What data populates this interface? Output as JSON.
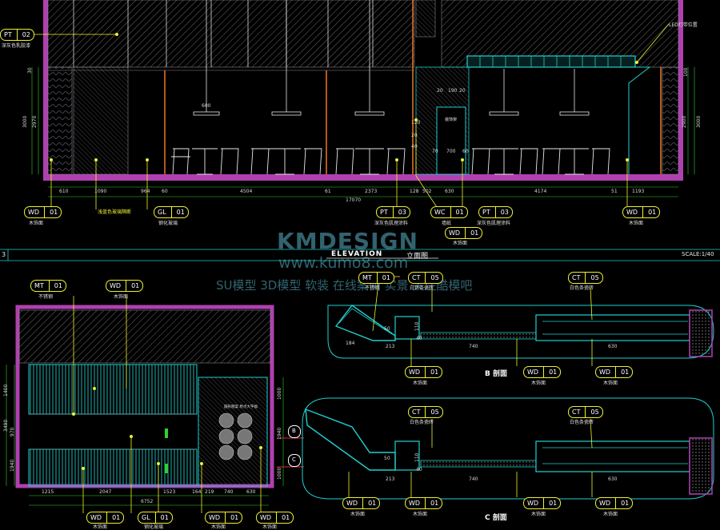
{
  "header_bar": {
    "section_number": "3",
    "title": "ELEVATION",
    "subtitle": "立面图",
    "scale": "SCALE:1/40"
  },
  "watermark": {
    "line1": "KMDESIGN",
    "line2": "www.kumo8.com",
    "line3": "SU模型 3D模型 软装 在线案例 实景 关注酷模吧"
  },
  "elevation": {
    "top_tag": {
      "code": "PT",
      "num": "02",
      "label": "深灰色乳胶漆"
    },
    "top_right_label": "LED灯带位置",
    "bottom_dims": [
      "610",
      "1090",
      "964",
      "60",
      "4504",
      "61",
      "2373",
      "128",
      "502",
      "630",
      "4174",
      "51",
      "1193"
    ],
    "total_dim": "17070",
    "left_dims": [
      "30",
      "3000",
      "2970"
    ],
    "right_dims": [
      "100",
      "2900",
      "3000"
    ],
    "inner_dims": {
      "lamp": "600",
      "niche_top": "20",
      "niche_mid": "190",
      "niche_right": "20",
      "niche_label": "装饰架",
      "n1": "700",
      "n2": "60",
      "n3": "120",
      "n4": "20",
      "n5": "40",
      "side": "70"
    },
    "tags": [
      {
        "code": "WD",
        "num": "01",
        "label": "木饰面"
      },
      {
        "code": "",
        "num": "",
        "label": "浅蓝色玻璃隔断"
      },
      {
        "code": "GL",
        "num": "01",
        "label": "钢化玻璃"
      },
      {
        "code": "PT",
        "num": "03",
        "label": "深灰色肌理涂料"
      },
      {
        "code": "WC",
        "num": "01",
        "label": "墙纸"
      },
      {
        "code": "WD",
        "num": "01",
        "label": "木饰面"
      },
      {
        "code": "PT",
        "num": "03",
        "label": "深灰色肌理涂料"
      },
      {
        "code": "WD",
        "num": "01",
        "label": "木饰面"
      }
    ]
  },
  "plan": {
    "top_tags": [
      {
        "code": "MT",
        "num": "01",
        "label": "不锈钢"
      },
      {
        "code": "WD",
        "num": "01",
        "label": "木饰面"
      }
    ],
    "left_dims": [
      "1400",
      "3490",
      "970",
      "1940"
    ],
    "right_dims": [
      "1000",
      "1940",
      "1000"
    ],
    "bottom_dims": [
      "1215",
      "2047",
      "1523",
      "164",
      "219",
      "740",
      "630"
    ],
    "total_dim": "6752",
    "round_label": "圆形图案 原点大字幅",
    "markers": [
      {
        "letter": "B",
        "num": "-"
      },
      {
        "letter": "C",
        "num": "-"
      }
    ],
    "bottom_tags": [
      {
        "code": "WD",
        "num": "01",
        "label": "木饰面"
      },
      {
        "code": "GL",
        "num": "01",
        "label": "钢化玻璃"
      },
      {
        "code": "WD",
        "num": "01",
        "label": "木饰面"
      },
      {
        "code": "WD",
        "num": "01",
        "label": "木饰面"
      }
    ]
  },
  "section_b": {
    "title": "B 剖面",
    "tags_top": [
      {
        "code": "MT",
        "num": "01",
        "label": "不锈钢"
      },
      {
        "code": "CT",
        "num": "05",
        "label": "白色条瓷砖"
      },
      {
        "code": "CT",
        "num": "05",
        "label": "白色条瓷砖"
      }
    ],
    "dims": [
      "213",
      "740",
      "630",
      "184",
      "110",
      "40",
      "50"
    ],
    "tags_bottom": [
      {
        "code": "WD",
        "num": "01",
        "label": "木饰面"
      },
      {
        "code": "WD",
        "num": "01",
        "label": "木饰面"
      },
      {
        "code": "WD",
        "num": "01",
        "label": "木饰面"
      }
    ]
  },
  "section_c": {
    "title": "C 剖面",
    "tags_top": [
      {
        "code": "CT",
        "num": "05",
        "label": "白色条瓷砖"
      },
      {
        "code": "CT",
        "num": "05",
        "label": "白色条瓷砖"
      }
    ],
    "dims": [
      "213",
      "740",
      "630",
      "110",
      "40",
      "50"
    ],
    "tags_bottom": [
      {
        "code": "WD",
        "num": "01",
        "label": "木饰面"
      },
      {
        "code": "WD",
        "num": "01",
        "label": "木饰面"
      },
      {
        "code": "WD",
        "num": "01",
        "label": "木饰面"
      },
      {
        "code": "WD",
        "num": "01",
        "label": "木饰面"
      }
    ]
  },
  "colors": {
    "bg": "#000000",
    "wall": "#b040b0",
    "cyan": "#20d0d0",
    "yellow": "#f0f030",
    "white": "#e8e8e8",
    "red": "#d03030",
    "green": "#30d030",
    "orange": "#e07020"
  }
}
